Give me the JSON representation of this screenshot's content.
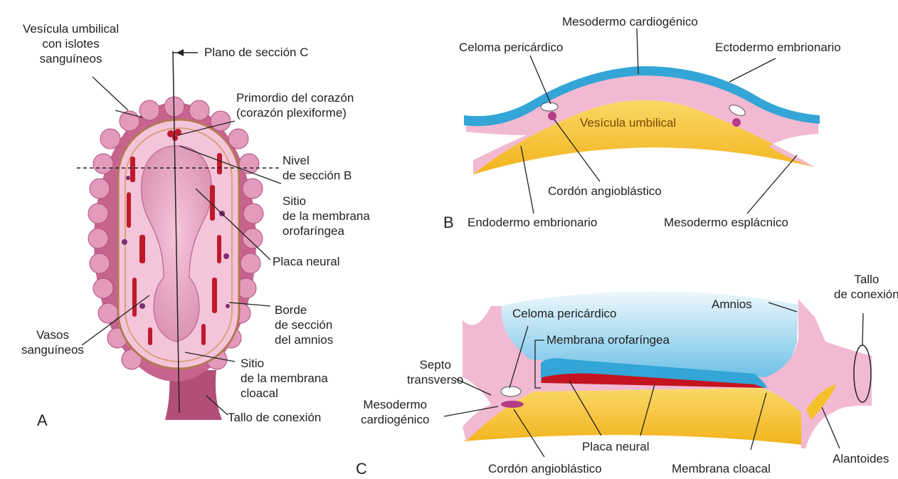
{
  "panels": {
    "a": "A",
    "b": "B",
    "c": "C"
  },
  "a": {
    "vesicula": [
      "Vesícula umbilical",
      "con islotes",
      "sanguíneos"
    ],
    "plano": "Plano de sección C",
    "primordio": [
      "Primordio del corazón",
      "(corazón plexiforme)"
    ],
    "nivel": [
      "Nivel",
      "de sección B"
    ],
    "sitio_oro": [
      "Sitio",
      "de la membrana",
      "orofaríngea"
    ],
    "placa": "Placa neural",
    "borde": [
      "Borde",
      "de sección",
      "del amnios"
    ],
    "vasos": [
      "Vasos",
      "sanguíneos"
    ],
    "sitio_cloacal": [
      "Sitio",
      "de la membrana",
      "cloacal"
    ],
    "tallo": "Tallo de conexión"
  },
  "b": {
    "meso_cardio": "Mesodermo cardiogénico",
    "celoma": "Celoma pericárdico",
    "ecto": "Ectodermo embrionario",
    "vesicula": "Vesícula umbilical",
    "cordon": "Cordón angioblástico",
    "endo": "Endodermo embrionario",
    "meso_espl": "Mesodermo esplácnico"
  },
  "c": {
    "tallo": [
      "Tallo",
      "de conexión"
    ],
    "amnios": "Amnios",
    "celoma": "Celoma pericárdico",
    "membrana_oro": "Membrana orofaríngea",
    "septo": [
      "Septo",
      "transverso"
    ],
    "meso_cardio": [
      "Mesodermo",
      "cardiogénico"
    ],
    "placa": "Placa neural",
    "alantoides": "Alantoides",
    "cordon": "Cordón angioblástico",
    "cloacal": "Membrana cloacal"
  },
  "colors": {
    "pink": "#f2b9d2",
    "dark_pink": "#c9608f",
    "yellow": "#f5c12a",
    "blue": "#3aaad8",
    "light_blue": "#bfe3f5",
    "red": "#c4141f"
  }
}
